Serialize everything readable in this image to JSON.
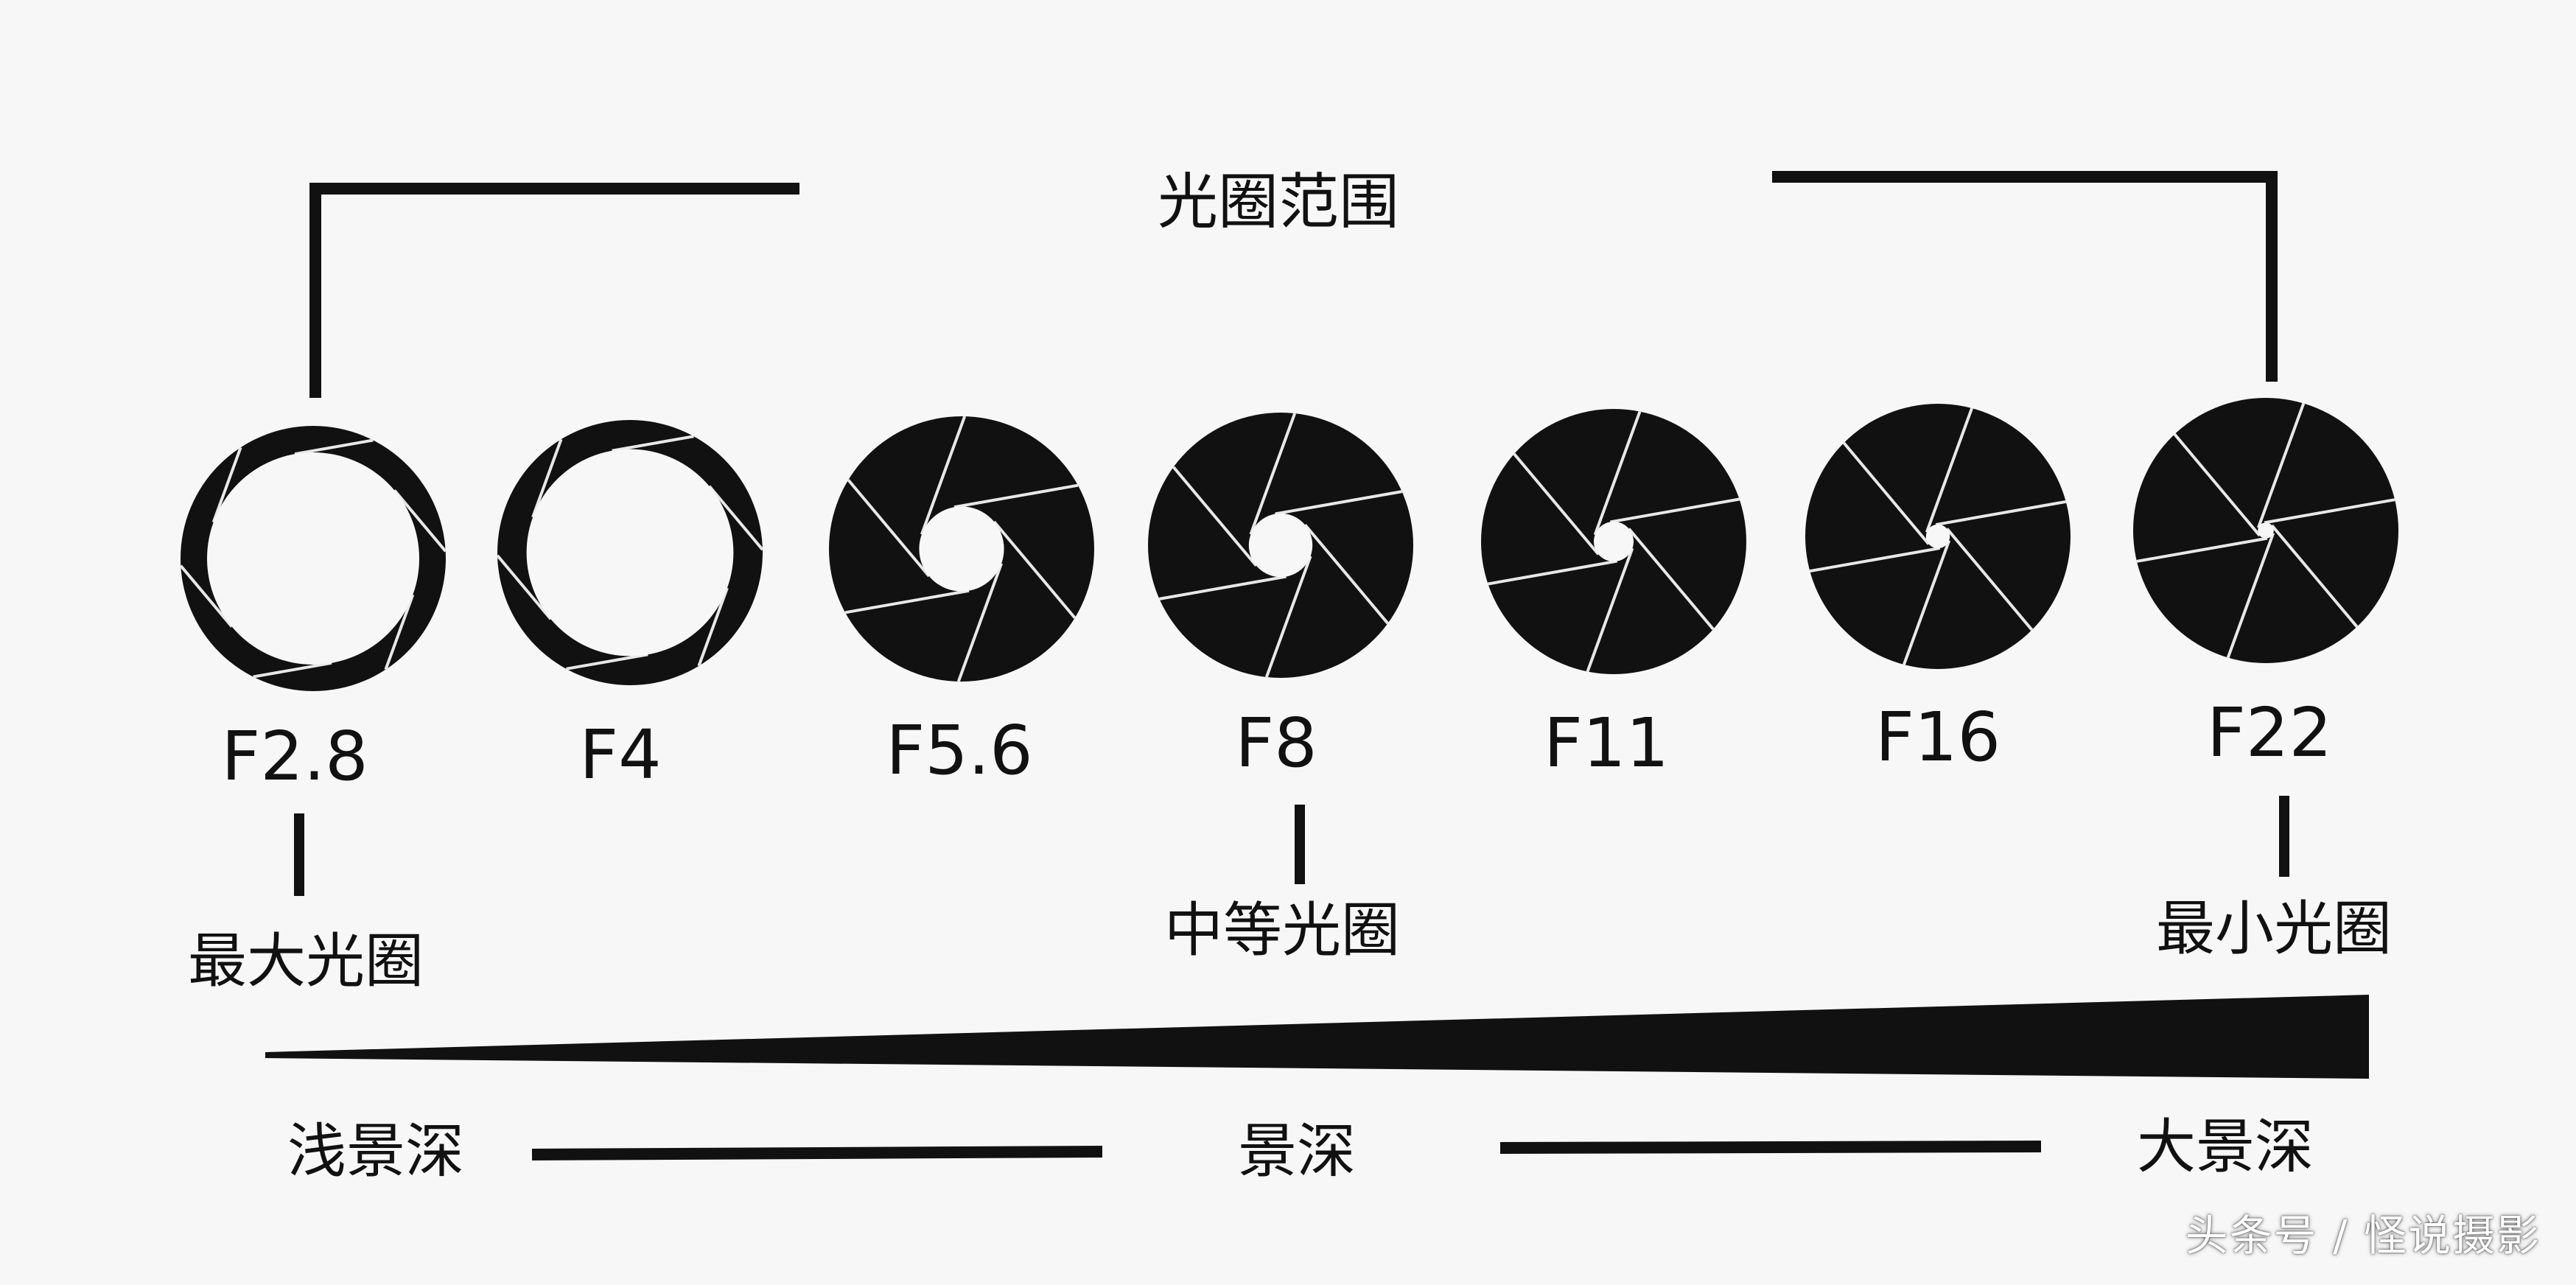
{
  "range_title": "光圈范围",
  "apertures": [
    {
      "label": "F2.8",
      "opening": 0.8
    },
    {
      "label": "F4",
      "opening": 0.78
    },
    {
      "label": "F5.6",
      "opening": 0.32
    },
    {
      "label": "F8",
      "opening": 0.24
    },
    {
      "label": "F11",
      "opening": 0.15
    },
    {
      "label": "F16",
      "opening": 0.09
    },
    {
      "label": "F22",
      "opening": 0.06
    }
  ],
  "callouts": {
    "max": "最大光圈",
    "mid": "中等光圈",
    "min": "最小光圈"
  },
  "depth_of_field": {
    "shallow": "浅景深",
    "middle": "景深",
    "deep": "大景深"
  },
  "watermark": "头条号 / 怪说摄影",
  "colors": {
    "ink": "#111111",
    "paper": "#f7f7f7",
    "blade_line": "#e8e8e8"
  }
}
